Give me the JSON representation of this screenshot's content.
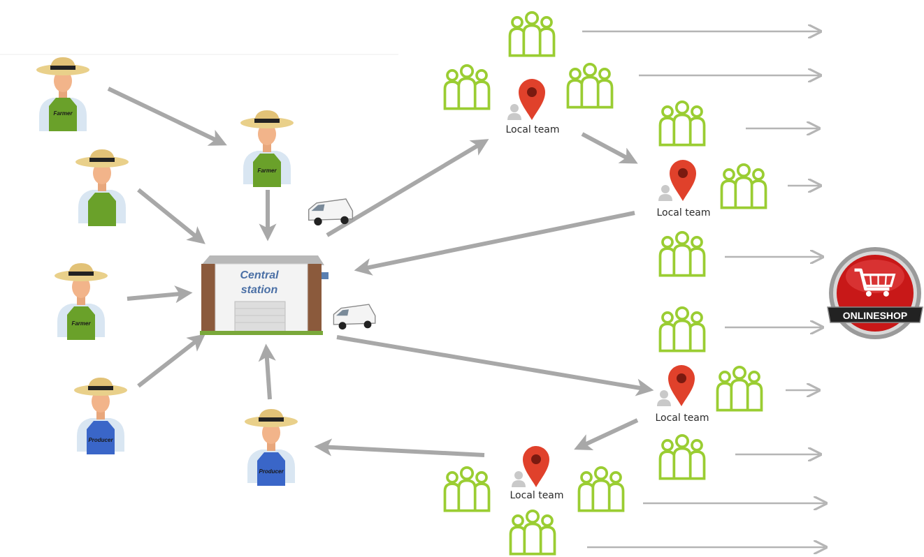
{
  "people": {
    "farmer_label": "Farmer",
    "producer_label": "Producer"
  },
  "central_station": {
    "line1": "Central",
    "line2": "station"
  },
  "local_team_label": "Local team",
  "online_shop_label": "ONLINESHOP",
  "colors": {
    "arrow": "#a8a8a8",
    "arrow_thin": "#b5b5b5",
    "group_icon": "#9acd32",
    "apron_farmer": "#6aa12a",
    "apron_producer": "#3a66c8",
    "pin": "#e0412b",
    "shop_red": "#c81818"
  },
  "icons": {
    "person": "farmer-icon",
    "group": "people-group-icon",
    "pin": "map-pin-icon",
    "van": "delivery-van-icon",
    "station": "warehouse-icon",
    "shop": "shopping-cart-icon"
  }
}
